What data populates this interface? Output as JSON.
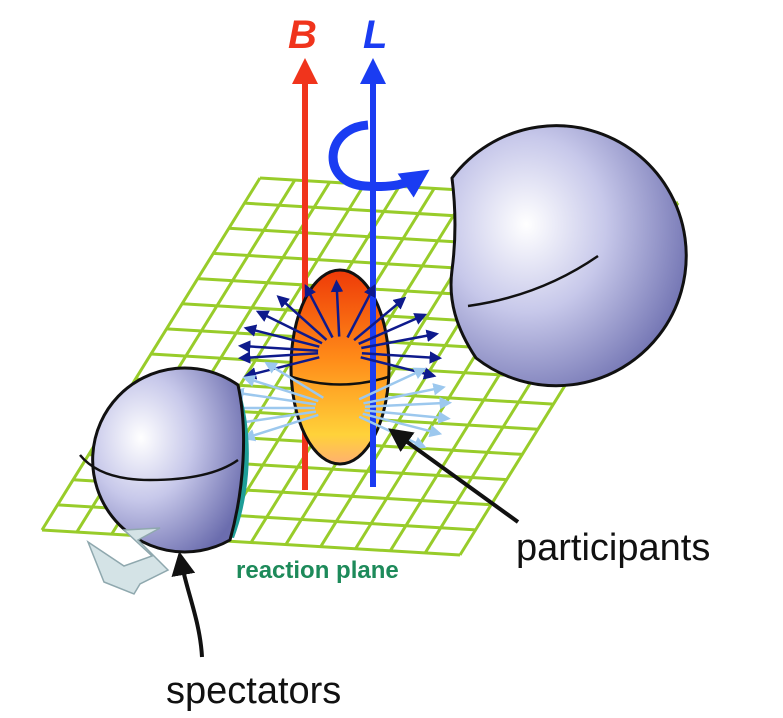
{
  "labels": {
    "b_axis": "B",
    "l_axis": "L",
    "plane": "reaction plane",
    "participants": "participants",
    "spectators": "spectators"
  },
  "colors": {
    "b_axis": "#f0341c",
    "l_axis": "#1a3cf2",
    "grid": "#98cc2a",
    "plane_label": "#1d8a5a",
    "inner_arrows": "#0e1a8c",
    "outer_arrows": "#9cc8ee",
    "spectator_gradient": [
      "#ffffff",
      "#c7c8ea",
      "#6b6dae"
    ],
    "participant_gradient": [
      "#ffd23a",
      "#ff8a18",
      "#ee3a08"
    ],
    "motion_arrow": "#d4e3e6",
    "cut_face": "#1e9e98"
  },
  "icons": {
    "rotation": "curved-rotation-arrow",
    "b_axis_head": "arrowhead-up",
    "l_axis_head": "arrowhead-up",
    "spectator_motion": "block-arrow"
  }
}
